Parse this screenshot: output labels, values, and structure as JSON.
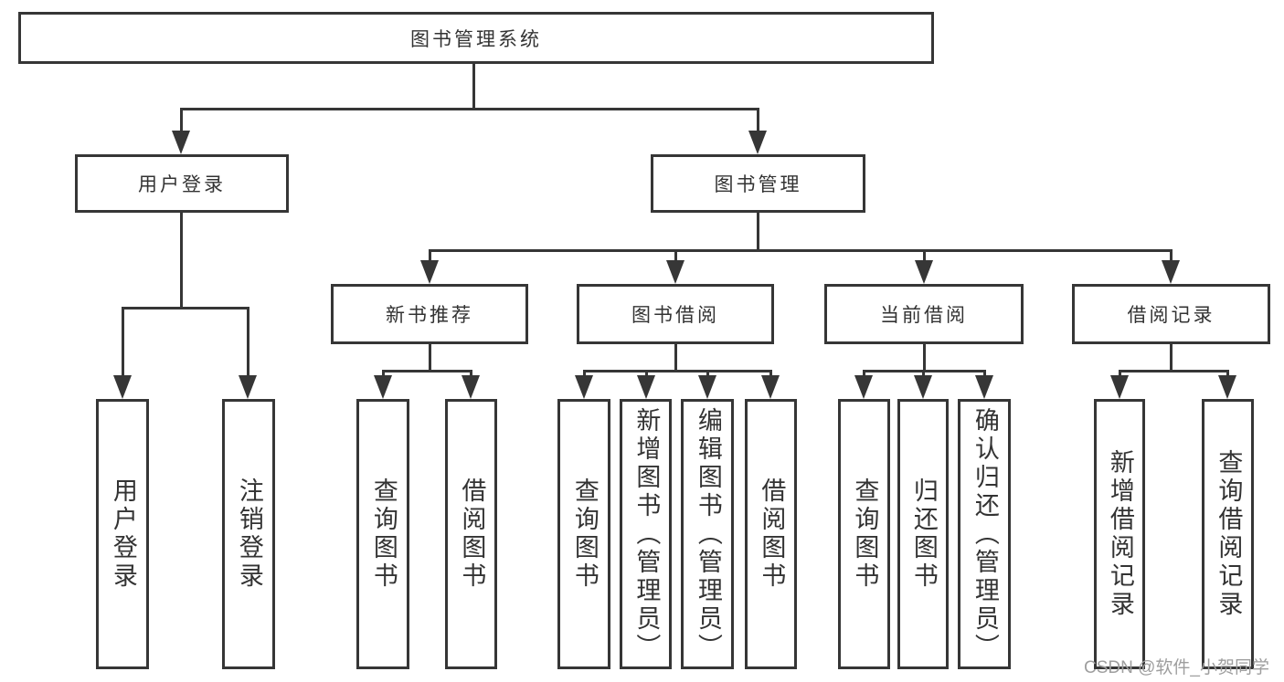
{
  "tree": {
    "root": {
      "label": "图书管理系统",
      "children": [
        {
          "label": "用户登录",
          "children": [
            {
              "label": "用户登录"
            },
            {
              "label": "注销登录"
            }
          ]
        },
        {
          "label": "图书管理",
          "children": [
            {
              "label": "新书推荐",
              "children": [
                {
                  "label": "查询图书"
                },
                {
                  "label": "借阅图书"
                }
              ]
            },
            {
              "label": "图书借阅",
              "children": [
                {
                  "label": "查询图书"
                },
                {
                  "label": "新增图书（管理员）"
                },
                {
                  "label": "编辑图书（管理员）"
                },
                {
                  "label": "借阅图书"
                }
              ]
            },
            {
              "label": "当前借阅",
              "children": [
                {
                  "label": "查询图书"
                },
                {
                  "label": "归还图书"
                },
                {
                  "label": "确认归还（管理员）"
                }
              ]
            },
            {
              "label": "借阅记录",
              "children": [
                {
                  "label": "新增借阅记录"
                },
                {
                  "label": "查询借阅记录"
                }
              ]
            }
          ]
        }
      ]
    }
  },
  "watermark": {
    "text": "CSDN @软件_小贺同学"
  },
  "colors": {
    "line": "#363636",
    "text": "#333333",
    "watermark": "#9e9e9e",
    "background": "#ffffff"
  }
}
